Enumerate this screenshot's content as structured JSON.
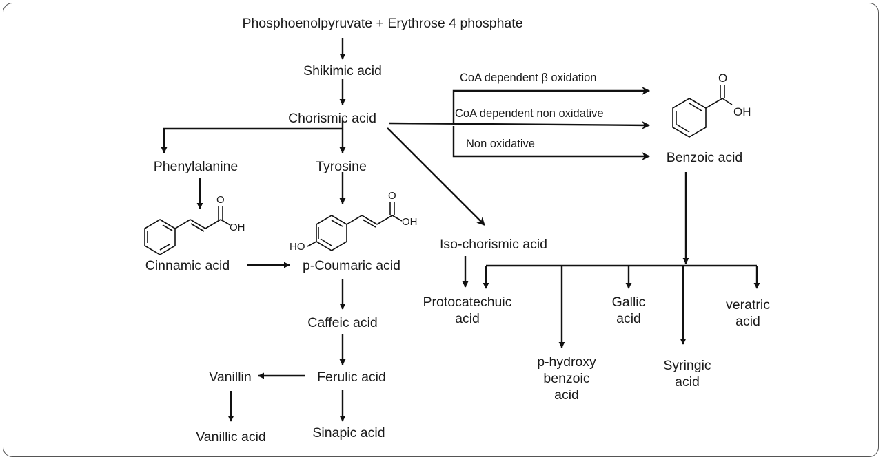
{
  "nodes": {
    "pep": "Phosphoenolpyruvate + Erythrose 4 phosphate",
    "shikimic": "Shikimic acid",
    "chorismic": "Chorismic acid",
    "phenylalanine": "Phenylalanine",
    "tyrosine": "Tyrosine",
    "cinnamic": "Cinnamic acid",
    "pcoumaric": "p-Coumaric acid",
    "caffeic": "Caffeic acid",
    "ferulic": "Ferulic acid",
    "vanillin": "Vanillin",
    "vanillic": "Vanillic acid",
    "sinapic": "Sinapic acid",
    "isochorismic": "Iso-chorismic acid",
    "benzoic": "Benzoic  acid",
    "protocatechuic": "Protocatechuic\nacid",
    "phydroxy": "p-hydroxy\nbenzoic\nacid",
    "gallic": "Gallic\nacid",
    "syringic": "Syringic\nacid",
    "veratric": "veratric\nacid"
  },
  "pathways": {
    "beta_oxidation": "CoA dependent β oxidation",
    "non_oxidative_coa": "CoA dependent non oxidative",
    "non_oxidative": "Non oxidative"
  },
  "atoms": {
    "o": "O",
    "oh": "OH",
    "ho": "HO"
  }
}
